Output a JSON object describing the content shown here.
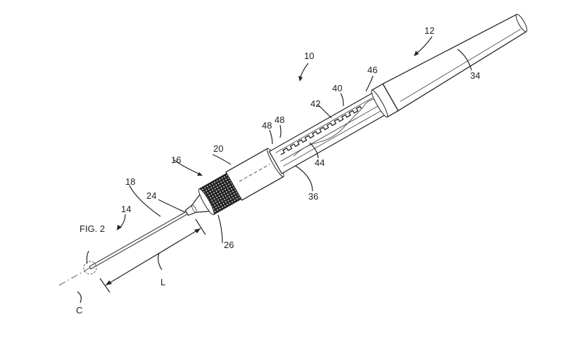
{
  "figure": {
    "labels": {
      "device": "10",
      "cap_assembly": "12",
      "needle_assembly": "14",
      "collar_assembly": "16",
      "needle": "18",
      "body": "20",
      "hub": "24",
      "knurled_collar": "26",
      "cap": "34",
      "window": "36",
      "element_40": "40",
      "element_42": "42",
      "element_44": "44",
      "element_46": "46",
      "element_48a": "48",
      "element_48b": "48",
      "fig_ref": "FIG. 2",
      "length": "L",
      "axis": "C"
    },
    "colors": {
      "ink": "#222222",
      "paper": "#ffffff"
    }
  }
}
